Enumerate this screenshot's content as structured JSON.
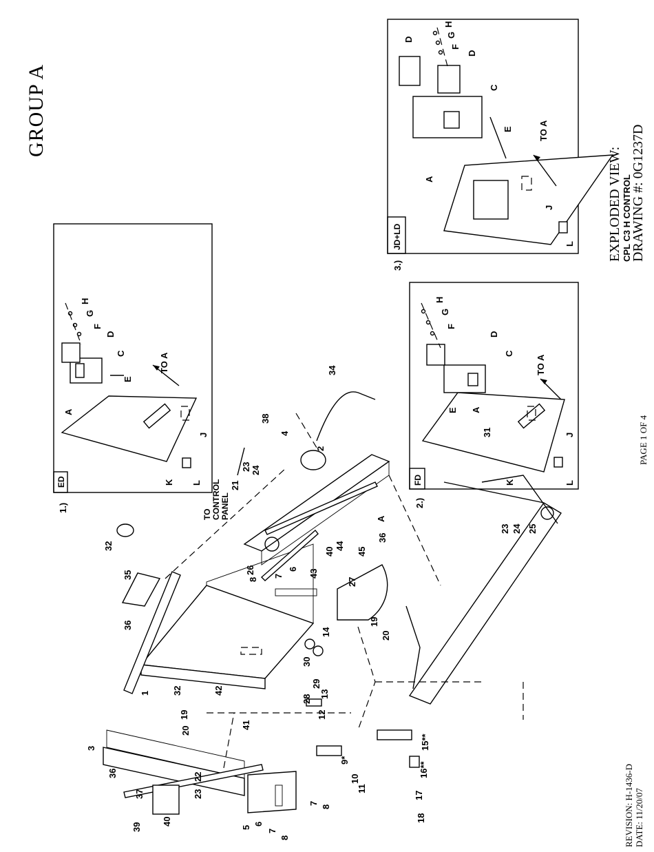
{
  "page": {
    "group_title": "GROUP A",
    "title_line1": "EXPLODED VIEW:",
    "title_line2": "CPL C3 H CONTROL",
    "title_line3": "DRAWING #: 0G1237D",
    "page_label": "PAGE 1 OF 4",
    "revision": "REVISION: H-1436-D",
    "date": "DATE: 11/20/07"
  },
  "insets": [
    {
      "id": "ED",
      "number": "1.)",
      "tag": "ED",
      "to_a": "TO A",
      "letters": [
        "A",
        "C",
        "D",
        "E",
        "F",
        "G",
        "H",
        "J",
        "K",
        "L"
      ]
    },
    {
      "id": "FD",
      "number": "2.)",
      "tag": "FD",
      "to_a": "TO A",
      "letters": [
        "A",
        "C",
        "D",
        "E",
        "F",
        "G",
        "H",
        "J",
        "K",
        "L"
      ]
    },
    {
      "id": "JDLD",
      "number": "3.)",
      "tag": "JD+LD",
      "to_a": "TO A",
      "letters": [
        "A",
        "C",
        "D",
        "D",
        "E",
        "F",
        "G",
        "H",
        "J",
        "L"
      ]
    }
  ],
  "main": {
    "to_control_panel": [
      "TO",
      "CONTROL",
      "PANEL"
    ],
    "callouts": [
      "1",
      "2",
      "3",
      "4",
      "5",
      "6",
      "6",
      "7",
      "7",
      "7",
      "8",
      "8",
      "8",
      "9*",
      "10",
      "11",
      "12",
      "13",
      "14",
      "15**",
      "16**",
      "17",
      "18",
      "19",
      "19",
      "20",
      "20",
      "21",
      "22",
      "23",
      "23",
      "23",
      "24",
      "24",
      "25",
      "26",
      "27",
      "28",
      "29",
      "30",
      "31",
      "32",
      "32",
      "34",
      "35",
      "36",
      "36",
      "36",
      "37",
      "38",
      "39",
      "40",
      "40",
      "41",
      "42",
      "43",
      "44",
      "45",
      "A"
    ]
  }
}
